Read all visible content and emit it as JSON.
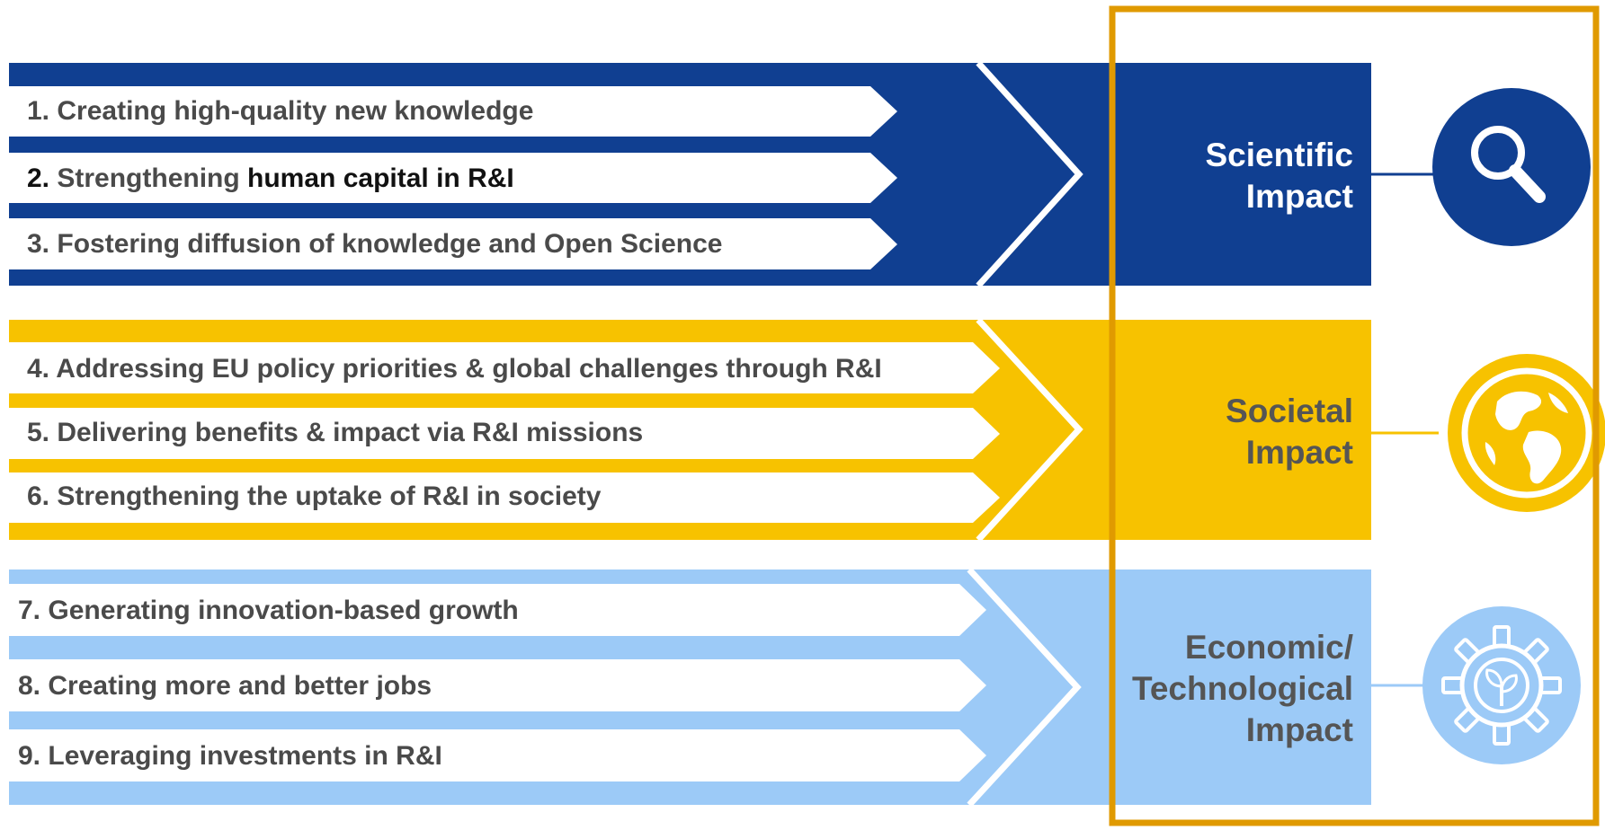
{
  "colors": {
    "scientific": "#103f91",
    "societal": "#f7c200",
    "economic": "#9ccaf7",
    "frame": "#e09a00",
    "label_text": "#4a4a4a"
  },
  "groups": [
    {
      "id": "scientific",
      "title_lines": [
        "Scientific",
        "Impact"
      ],
      "title_color": "#ffffff",
      "icon": "magnifier-icon",
      "pathways": [
        {
          "num": "1.",
          "text": "Creating high-quality new knowledge",
          "highlight": ""
        },
        {
          "num": "2.",
          "text": "Strengthening ",
          "highlight": "human capital in R&I"
        },
        {
          "num": "3.",
          "text": "Fostering diffusion of knowledge and Open Science",
          "highlight": ""
        }
      ]
    },
    {
      "id": "societal",
      "title_lines": [
        "Societal",
        "Impact"
      ],
      "title_color": "#555555",
      "icon": "globe-icon",
      "pathways": [
        {
          "num": "4.",
          "text": "Addressing EU policy priorities & global challenges through R&I",
          "highlight": ""
        },
        {
          "num": "5.",
          "text": "Delivering benefits & impact via R&I missions",
          "highlight": ""
        },
        {
          "num": "6.",
          "text": "Strengthening the uptake of R&I in society",
          "highlight": ""
        }
      ]
    },
    {
      "id": "economic",
      "title_lines": [
        "Economic/",
        "Technological",
        "Impact"
      ],
      "title_color": "#555555",
      "icon": "gear-plant-icon",
      "pathways": [
        {
          "num": "7.",
          "text": "Generating innovation-based growth",
          "highlight": ""
        },
        {
          "num": "8.",
          "text": "Creating more and better jobs",
          "highlight": ""
        },
        {
          "num": "9.",
          "text": "Leveraging investments in R&I",
          "highlight": ""
        }
      ]
    }
  ]
}
